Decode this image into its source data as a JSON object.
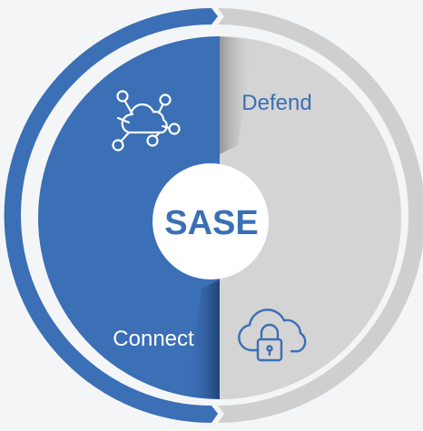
{
  "diagram": {
    "center_label": "SASE",
    "segments": [
      {
        "label": "Connect",
        "icon": "cloud-network-icon",
        "color": "#3b6fb6"
      },
      {
        "label": "Defend",
        "icon": "cloud-lock-icon",
        "color": "#d4d4d4"
      }
    ]
  },
  "colors": {
    "background": "#f4f5f6",
    "connect": "#3b6fb6",
    "connect_ring": "#3b6fb6",
    "defend": "#d4d4d4",
    "defend_ring": "#cfcfcf",
    "defend_text": "#3b6fb6",
    "center_text": "#3b6fb6",
    "center_fill": "#ffffff"
  }
}
